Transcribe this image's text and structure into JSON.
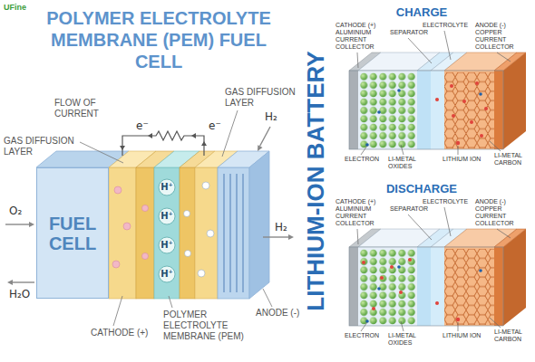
{
  "diagram": {
    "title": "POLYMER ELECTROLYTE MEMBRANE (PEM) FUEL CELL",
    "nodes": [
      {
        "text": [
          "FUEL CELL"
        ]
      }
    ],
    "labels": [
      "UFine",
      "FLOW OF CURRENT",
      "e⁻",
      "e⁻",
      "H₂",
      "GAS DIFFUSION LAYER",
      "GAS DIFFUSION LAYER",
      "O₂",
      "H⁺",
      "H⁺",
      "H⁺",
      "H⁺",
      "H₂",
      "ANODE (-)",
      "H₂O",
      "POLYMER ELECTROLYTE MEMBRANE (PEM)",
      "CATHODE (+)",
      "LITHIUM-ION BATTERY",
      "CHARGE",
      "SEPARATOR",
      "ELECTROLYTE",
      "CATHODE (+) ALUMINIUM CURRENT COLLECTOR",
      "ANODE (-) COPPER CURRENT COLLECTOR",
      "LI-METAL CARBON",
      "ELECTRON",
      "LI-METAL OXIDES",
      "LITHIUM ION",
      "DISCHARGE",
      "SEPARATOR",
      "ELECTROLYTE",
      "CATHODE (+) ALUMINIUM CURRENT COLLECTOR",
      "ANODE (-) COPPER CURRENT COLLECTOR",
      "LI-METAL CARBON",
      "ELECTRON",
      "LI-METAL OXIDES",
      "LITHIUM ION"
    ]
  }
}
